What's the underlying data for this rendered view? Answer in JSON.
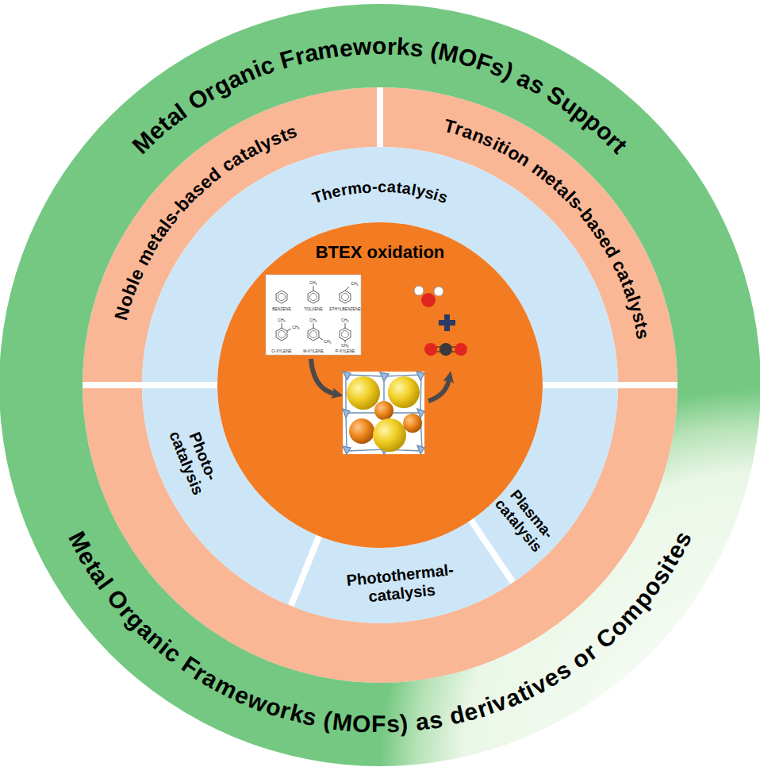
{
  "diagram": {
    "nodes": [
      {
        "text": [
          "Metal Organic Frameworks (MOFs) as Support",
          "Metal Organic Frameworks (MOFs) as derivatives or Composites"
        ]
      },
      {
        "text": [
          "Noble metals-based catalysts"
        ],
        "in": 0
      },
      {
        "text": [
          "Transition metals-based catalysts"
        ],
        "in": 0
      },
      {
        "text": [
          "Thermo-catalysis"
        ],
        "in": 0
      },
      {
        "text": [
          "Photo-catalysis"
        ],
        "in": 0
      },
      {
        "text": [
          "Photothermal-catalysis"
        ],
        "in": 0
      },
      {
        "text": [
          "Plasma-catalysis"
        ],
        "in": 0
      },
      {
        "text": [
          "BTEX oxidation"
        ],
        "in": 0
      }
    ],
    "labels": [
      "BENZENE",
      "TOLUENE",
      "ETHYLBENZENE",
      "O-XYLENE",
      "M-XYLENE",
      "P-XYLENE",
      "CH₃",
      "CH₃",
      "CH₃",
      "CH₃",
      "CH₃",
      "CH₃",
      "CH₃",
      "CH₃"
    ]
  }
}
